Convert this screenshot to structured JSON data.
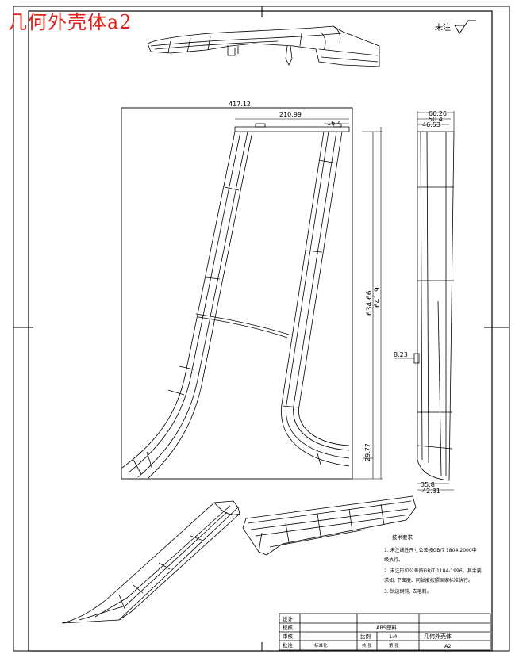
{
  "overlay_title": "几何外壳体a2",
  "surface_finish": {
    "label": "未注",
    "symbol": "other-surfaces-roughness-icon"
  },
  "dimensions": {
    "overall_width": "417.12",
    "top_width": "210.99",
    "tab_width": "16.4",
    "height_outer": "634.66",
    "height_inner": "641.9",
    "bottom_offset": "29.77",
    "side_depth_top": "66.26",
    "side_depth_mid": "50.4",
    "side_depth_inner": "46.53",
    "side_notch": "8.23",
    "side_bottom_inner": "35.8",
    "side_bottom_outer": "42.31"
  },
  "technical_requirements": {
    "heading": "技术要求",
    "items": [
      "1. 未注线性尺寸公差按GB/T 1804-2000中",
      "   级执行。",
      "2. 未注形位公差按GB/T 1184-1996。其余要",
      "   求如: 平面度、同轴度按照国家标准执行。",
      "3. 锐边倒钝, 去毛刺。"
    ]
  },
  "title_block": {
    "design_label": "设计",
    "check_label": "校核",
    "review_label": "审核",
    "approve_label": "批准",
    "material_label": "ABS塑料",
    "scale_label": "比例",
    "scale_value": "1:4",
    "part_name": "几何外壳体",
    "sheet_size": "A2",
    "designer_value": "",
    "sheet_count_label": "共 张",
    "sheet_num_label": "第 张",
    "standard_label": "标准化",
    "date_value": ""
  }
}
